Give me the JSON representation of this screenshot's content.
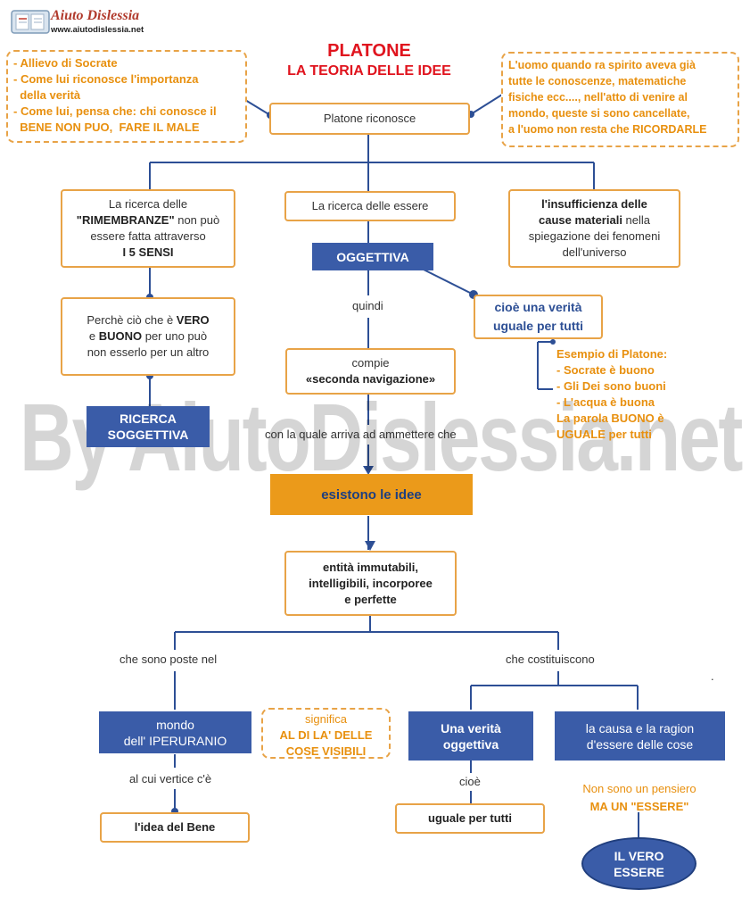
{
  "logo": {
    "name": "Aiuto Dislessia",
    "url": "www.aiutodislessia.net"
  },
  "title": {
    "line1": "PLATONE",
    "line2": "LA TEORIA DELLE IDEE"
  },
  "notes": {
    "left": [
      "- Allievo di Socrate",
      "- Come lui riconosce l'importanza",
      "  della verità",
      "- Come lui, pensa che: chi conosce il",
      "  BENE NON PUO,  FARE IL MALE"
    ],
    "right": [
      "L'uomo quando ra spirito aveva già",
      "tutte le conoscenze, matematiche",
      "fisiche ecc...., nell'atto di venire al",
      "mondo, queste si sono cancellate,",
      "a l'uomo non resta che RICORDARLE"
    ]
  },
  "root": "Platone riconosce",
  "branch_left": {
    "t1": "La ricerca delle",
    "t2": "\"RIMEMBRANZE\"",
    "t3": " non può",
    "t4": "essere fatta attraverso",
    "t5": "I 5 SENSI"
  },
  "branch_mid": "La ricerca delle essere",
  "branch_right": {
    "b1": "l'insufficienza delle",
    "b2": "cause materiali",
    "t2": " nella",
    "t3": "spiegazione dei fenomeni",
    "t4": "dell'universo"
  },
  "oggettiva": "OGGETTIVA",
  "perche": {
    "a": "Perchè ciò che è ",
    "vero": "VERO",
    "b": "e ",
    "buono": "BUONO",
    "c": " per uno può",
    "d": "non esserlo per un altro"
  },
  "soggettiva": {
    "l1": "RICERCA",
    "l2": "SOGGETTIVA"
  },
  "quindi": "quindi",
  "cioe": {
    "l1": "cioè una verità",
    "l2": "uguale  per tutti"
  },
  "esempio": [
    "Esempio di Platone:",
    "- Socrate è buono",
    "- Gli Dei sono buoni",
    "- L'acqua è buona",
    "La parola BUONO è",
    "UGUALE per tutti"
  ],
  "compie": {
    "l1": "compie",
    "l2": "«seconda navigazione»"
  },
  "con_la_quale": "con la quale arriva ad ammettere che",
  "idee": "esistono le idee",
  "entita": [
    "entità immutabili,",
    "intelligibili, incorporee",
    "e perfette"
  ],
  "poste": "che sono poste nel",
  "costituiscono": "che costituiscono",
  "mondo": {
    "l1": "mondo",
    "l2": "dell'  IPERURANIO"
  },
  "significa": {
    "l1": "significa",
    "l2": "AL DI LA' DELLE",
    "l3": "COSE VISIBILI"
  },
  "verita_ogg": {
    "l1": "Una verità",
    "l2": "oggettiva"
  },
  "causa": {
    "l1": "la causa e la ragion",
    "l2": "d'essere delle cose"
  },
  "vertice": "al cui vertice c'è",
  "cioe2": "cioè",
  "pensiero": {
    "l1": "Non sono un pensiero",
    "l2": "MA UN \"ESSERE\""
  },
  "bene": "l'idea del Bene",
  "uguale": "uguale per tutti",
  "vero_essere": {
    "l1": "IL VERO",
    "l2": "ESSERE"
  },
  "dot_mark": ".",
  "watermark": "By AiutoDislessia.net",
  "colors": {
    "orange": "#e8a347",
    "orange_text": "#e8900f",
    "blue": "#3a5ca8",
    "line": "#2d4f95",
    "red": "#e0141e"
  }
}
